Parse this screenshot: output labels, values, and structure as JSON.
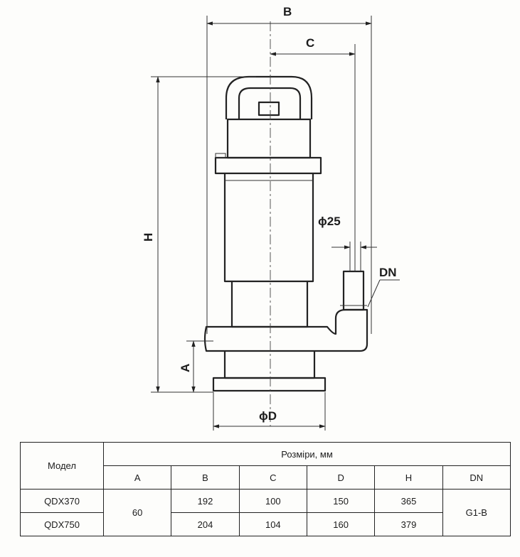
{
  "drawing": {
    "labels": {
      "B": "B",
      "C": "C",
      "H": "H",
      "A": "A",
      "phiD": "ϕD",
      "phi25": "ϕ25",
      "DN": "DN"
    }
  },
  "table": {
    "model_header": "Модел",
    "dimensions_header": "Розміри, мм",
    "columns": [
      "A",
      "B",
      "C",
      "D",
      "H",
      "DN"
    ],
    "rows": [
      {
        "model": "QDX370",
        "B": "192",
        "C": "100",
        "D": "150",
        "H": "365"
      },
      {
        "model": "QDX750",
        "B": "204",
        "C": "104",
        "D": "160",
        "H": "379"
      }
    ],
    "shared": {
      "A": "60",
      "DN": "G1-B"
    }
  }
}
